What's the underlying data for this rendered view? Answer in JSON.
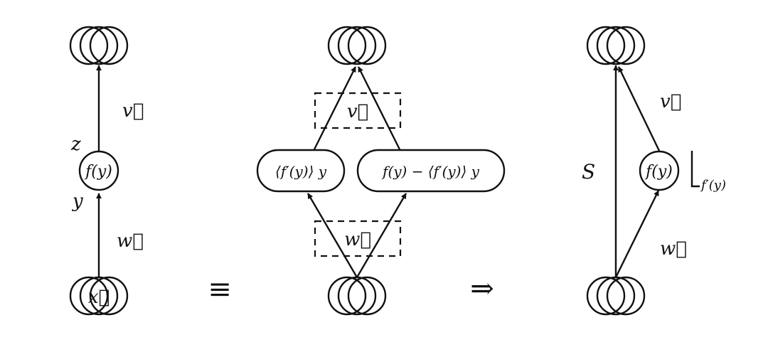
{
  "left": {
    "top_vector": "v⃗",
    "output_var": "z",
    "node_label": "f(y)",
    "input_var": "y",
    "bottom_vector": "w⃗",
    "input_label": "x⃗"
  },
  "equiv_symbol": "≡",
  "middle": {
    "top_vector": "v⃗",
    "linear_node": "⟨f′(y)⟩ y",
    "nonlinear_node": "f(y) − ⟨f′(y)⟩ y",
    "bottom_vector": "w⃗"
  },
  "implies_symbol": "⇒",
  "right": {
    "shortcut_label": "S",
    "top_vector": "v⃗",
    "node_label": "f(y)",
    "bottom_vector": "w⃗",
    "bracket_label": "f′(y)"
  }
}
